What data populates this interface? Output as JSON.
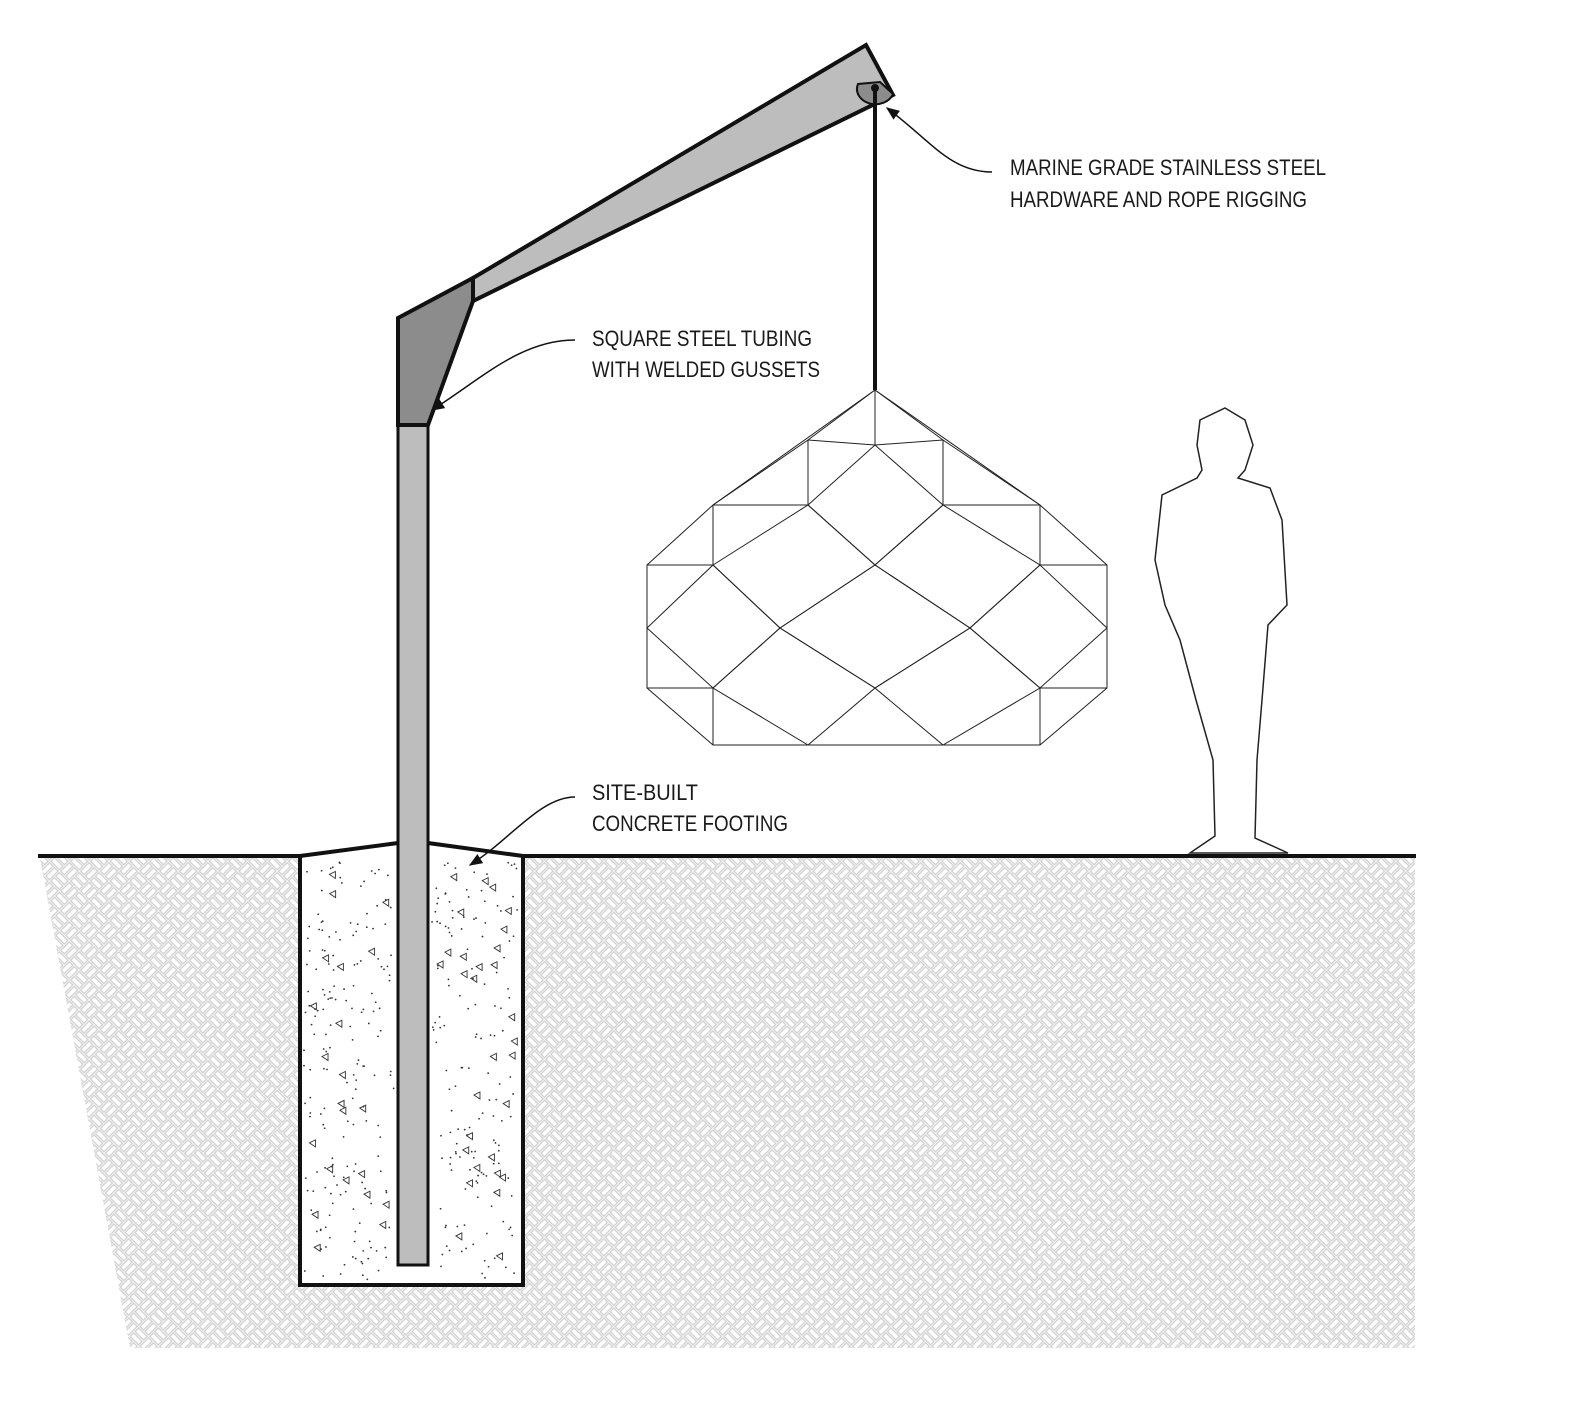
{
  "labels": {
    "rigging": [
      "MARINE GRADE STAINLESS STEEL",
      "HARDWARE AND ROPE RIGGING"
    ],
    "tubing": [
      "SQUARE STEEL TUBING",
      "WITH WELDED GUSSETS"
    ],
    "footing": [
      "SITE-BUILT",
      "CONCRETE FOOTING"
    ]
  },
  "colors": {
    "steel": "#bdbdbd",
    "gusset": "#8c8c8c",
    "soil_hatch": "#d4d4d4",
    "line": "#111111"
  }
}
